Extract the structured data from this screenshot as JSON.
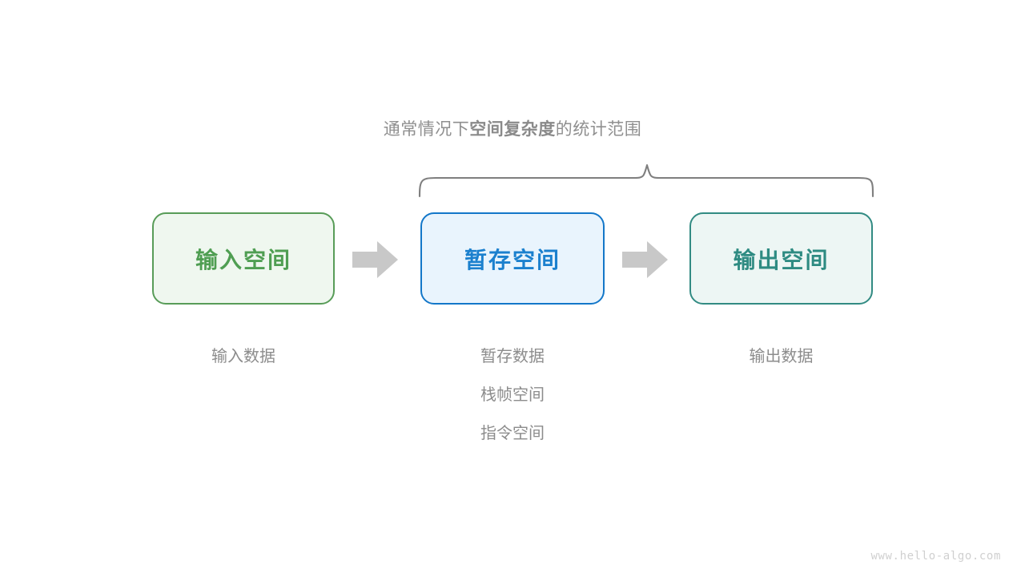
{
  "diagram": {
    "scope_caption": {
      "prefix": "通常情况下",
      "emphasis": "空间复杂度",
      "suffix": "的统计范围"
    },
    "brace": {
      "name": "scope-brace",
      "color": "#7f7f7f"
    },
    "arrow_color": "#c8c8c8",
    "stages": [
      {
        "id": "input",
        "box_label": "输入空间",
        "border_color": "#589c58",
        "fill_color": "#eff7ef",
        "text_color": "#4f9e52",
        "captions": [
          "输入数据"
        ]
      },
      {
        "id": "temp",
        "box_label": "暂存空间",
        "border_color": "#1377c9",
        "fill_color": "#e9f4fd",
        "text_color": "#1b80ce",
        "captions": [
          "暂存数据",
          "栈帧空间",
          "指令空间"
        ]
      },
      {
        "id": "output",
        "box_label": "输出空间",
        "border_color": "#328b83",
        "fill_color": "#edf6f4",
        "text_color": "#2e8b82",
        "captions": [
          "输出数据"
        ]
      }
    ],
    "arrows": [
      {
        "id": "arrow-input-to-temp"
      },
      {
        "id": "arrow-temp-to-output"
      }
    ],
    "watermark": "www.hello-algo.com"
  }
}
